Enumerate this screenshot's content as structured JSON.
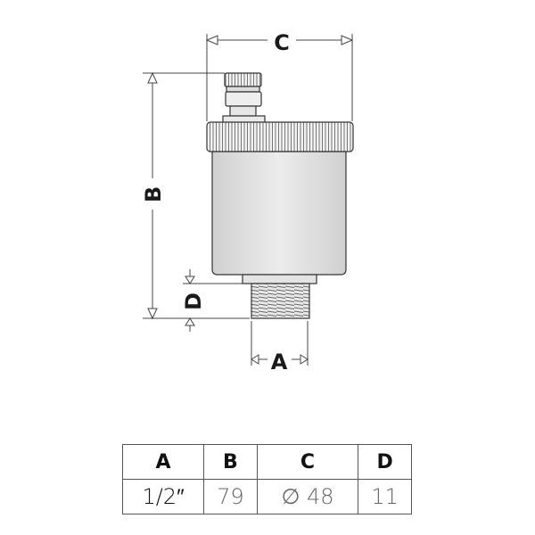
{
  "drawing": {
    "labels": {
      "a": "A",
      "b": "B",
      "c": "C",
      "d": "D"
    }
  },
  "table": {
    "headers": [
      "A",
      "B",
      "C",
      "D"
    ],
    "values": [
      "1/2″",
      "79",
      "∅ 48",
      "11"
    ]
  }
}
